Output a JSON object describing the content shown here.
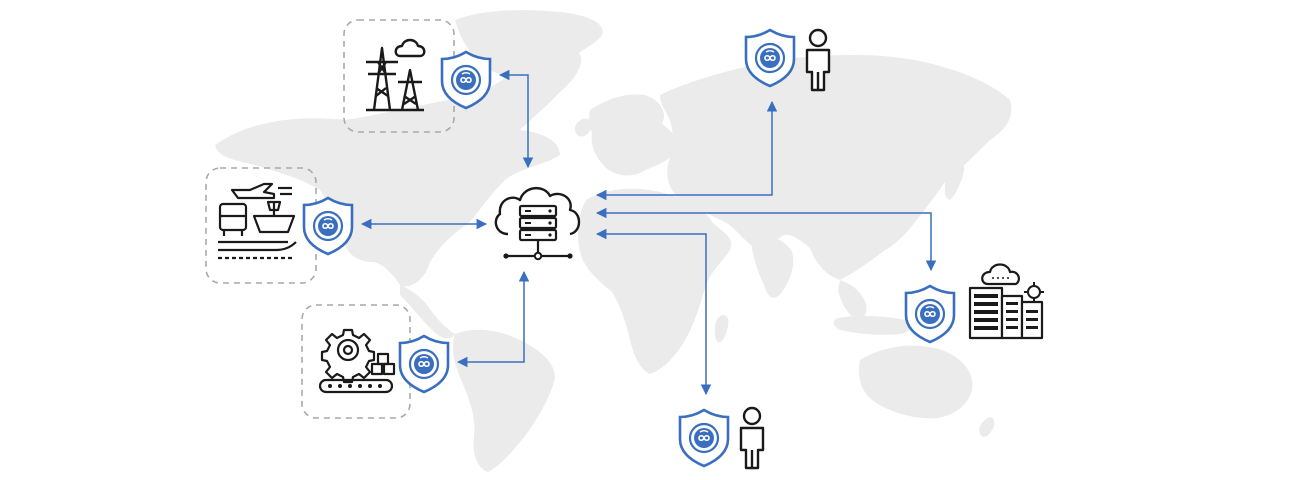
{
  "diagram": {
    "colors": {
      "map": "#ebebeb",
      "accent": "#3a6fbf",
      "icon": "#1a1a1a",
      "dashed_frame": "#a9a9a9"
    },
    "hub": {
      "icon": "cloud-server-icon"
    },
    "nodes": [
      {
        "id": "power-grid",
        "icon": "power-transmission-icon",
        "badge": "shield-badge-icon",
        "frame": "dashed"
      },
      {
        "id": "transportation",
        "icon": "transportation-icon",
        "badge": "shield-badge-icon",
        "frame": "dashed"
      },
      {
        "id": "manufacturing",
        "icon": "manufacturing-icon",
        "badge": "shield-badge-icon",
        "frame": "dashed"
      },
      {
        "id": "user-north",
        "icon": "person-icon",
        "badge": "shield-badge-icon",
        "frame": "none"
      },
      {
        "id": "user-south",
        "icon": "person-icon",
        "badge": "shield-badge-icon",
        "frame": "none"
      },
      {
        "id": "datacenter",
        "icon": "data-center-icon",
        "badge": "shield-badge-icon",
        "frame": "none"
      }
    ],
    "connections": [
      {
        "from": "power-grid",
        "to": "hub",
        "arrows": "both"
      },
      {
        "from": "transportation",
        "to": "hub",
        "arrows": "both"
      },
      {
        "from": "manufacturing",
        "to": "hub",
        "arrows": "both"
      },
      {
        "from": "user-north",
        "to": "hub",
        "arrows": "both"
      },
      {
        "from": "datacenter",
        "to": "hub",
        "arrows": "both"
      },
      {
        "from": "user-south",
        "to": "hub",
        "arrows": "both"
      }
    ]
  }
}
